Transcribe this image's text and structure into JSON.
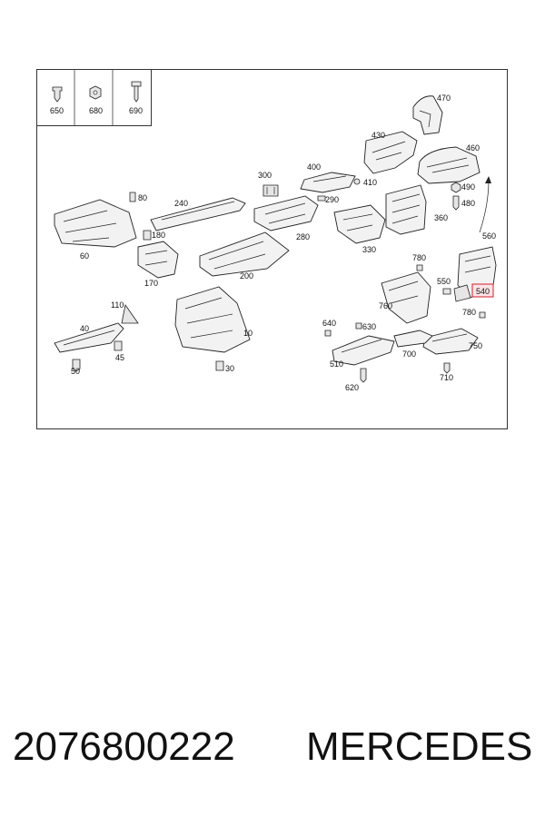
{
  "fasteners": [
    {
      "label": "650",
      "icon": "clip-icon"
    },
    {
      "label": "680",
      "icon": "nut-icon"
    },
    {
      "label": "690",
      "icon": "screw-icon"
    }
  ],
  "parts": [
    {
      "id": "p470",
      "label": "470"
    },
    {
      "id": "p430",
      "label": "430"
    },
    {
      "id": "p460",
      "label": "460"
    },
    {
      "id": "p400",
      "label": "400"
    },
    {
      "id": "p300",
      "label": "300"
    },
    {
      "id": "p410",
      "label": "410"
    },
    {
      "id": "p290",
      "label": "290"
    },
    {
      "id": "p490",
      "label": "490"
    },
    {
      "id": "p480",
      "label": "480"
    },
    {
      "id": "p80",
      "label": "80"
    },
    {
      "id": "p240",
      "label": "240"
    },
    {
      "id": "p360",
      "label": "360"
    },
    {
      "id": "p180",
      "label": "180"
    },
    {
      "id": "p280",
      "label": "280"
    },
    {
      "id": "p60",
      "label": "60"
    },
    {
      "id": "p330",
      "label": "330"
    },
    {
      "id": "p560",
      "label": "560"
    },
    {
      "id": "p780a",
      "label": "780"
    },
    {
      "id": "p200",
      "label": "200"
    },
    {
      "id": "p170",
      "label": "170"
    },
    {
      "id": "p550",
      "label": "550"
    },
    {
      "id": "p540",
      "label": "540"
    },
    {
      "id": "p110",
      "label": "110"
    },
    {
      "id": "p760",
      "label": "760"
    },
    {
      "id": "p780b",
      "label": "780"
    },
    {
      "id": "p10",
      "label": "10"
    },
    {
      "id": "p640",
      "label": "640"
    },
    {
      "id": "p630",
      "label": "630"
    },
    {
      "id": "p40",
      "label": "40"
    },
    {
      "id": "p750",
      "label": "750"
    },
    {
      "id": "p45",
      "label": "45"
    },
    {
      "id": "p700",
      "label": "700"
    },
    {
      "id": "p510",
      "label": "510"
    },
    {
      "id": "p50",
      "label": "50"
    },
    {
      "id": "p30",
      "label": "30"
    },
    {
      "id": "p710",
      "label": "710"
    },
    {
      "id": "p620",
      "label": "620"
    }
  ],
  "highlighted_part": "540",
  "footer": {
    "part_number": "2076800222",
    "brand": "MERCEDES"
  },
  "colors": {
    "highlight": "#d0202f",
    "highlight_fill": "#fbe3e6"
  }
}
